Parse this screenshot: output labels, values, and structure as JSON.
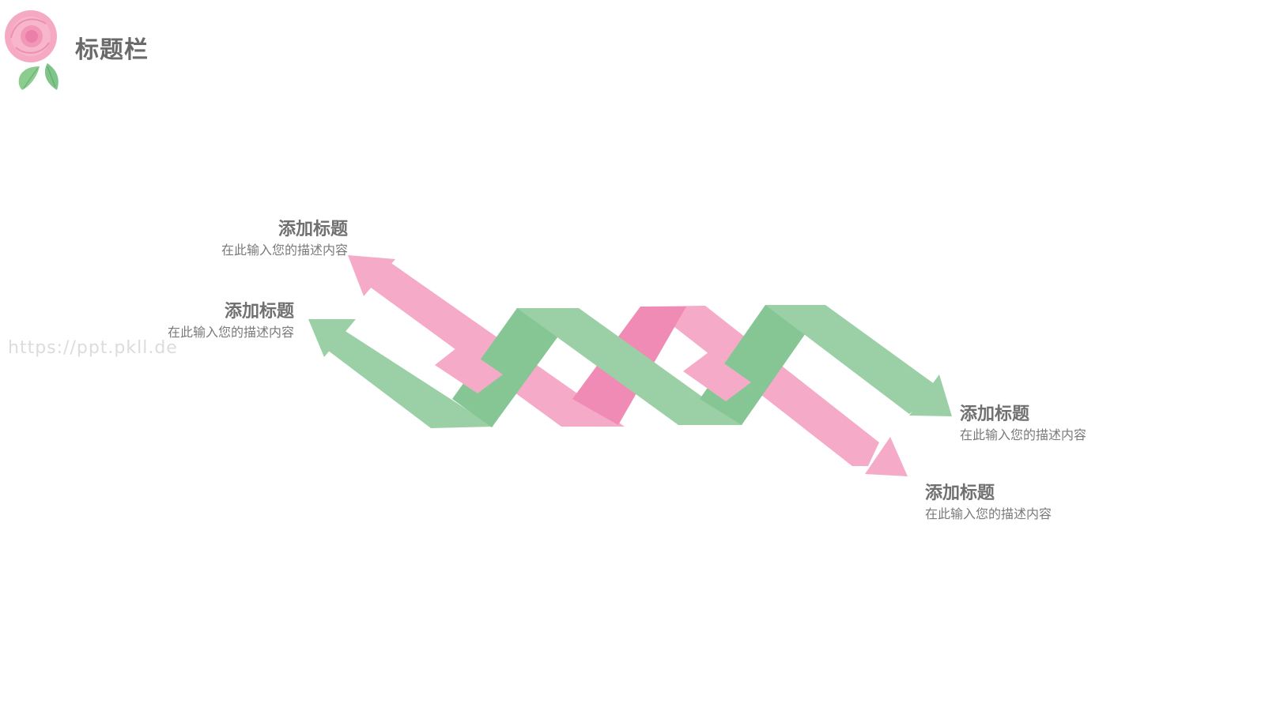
{
  "header": {
    "title": "标题栏",
    "logo_icon": "rose-icon"
  },
  "watermark": "https://ppt.pkll.de",
  "captions": [
    {
      "title": "添加标题",
      "desc": "在此输入您的描述内容"
    },
    {
      "title": "添加标题",
      "desc": "在此输入您的描述内容"
    },
    {
      "title": "添加标题",
      "desc": "在此输入您的描述内容"
    },
    {
      "title": "添加标题",
      "desc": "在此输入您的描述内容"
    }
  ],
  "colors": {
    "pink": "#f5abc8",
    "pink_dark": "#f08bb5",
    "green": "#9bd0a6",
    "green_dark": "#86c695",
    "text": "#707070"
  }
}
